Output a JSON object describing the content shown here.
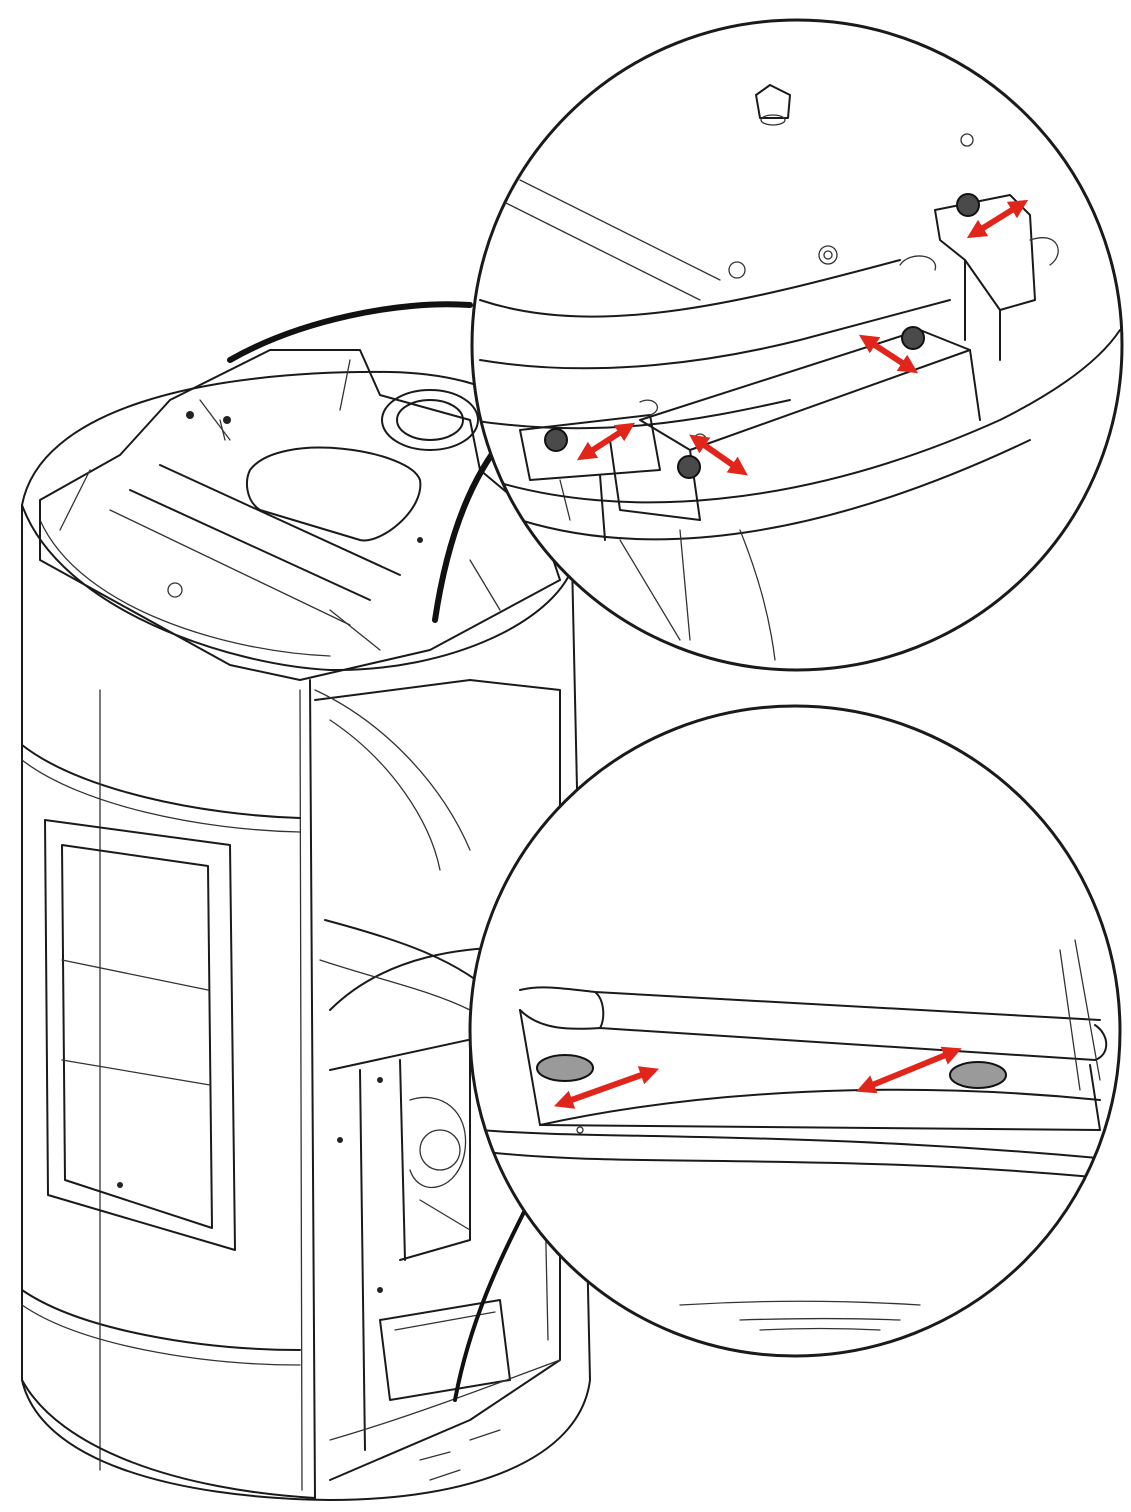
{
  "colors": {
    "line": "#1a1a1a",
    "adjustment_arrow": "#e1251b",
    "screw": "#4a4a4a",
    "foot": "#9a9a9a"
  },
  "details": {
    "top_detail": {
      "adjustment_arrows": 4,
      "screws": 4
    },
    "bottom_detail": {
      "adjustment_arrows": 2,
      "adjustable_feet": 2
    }
  }
}
